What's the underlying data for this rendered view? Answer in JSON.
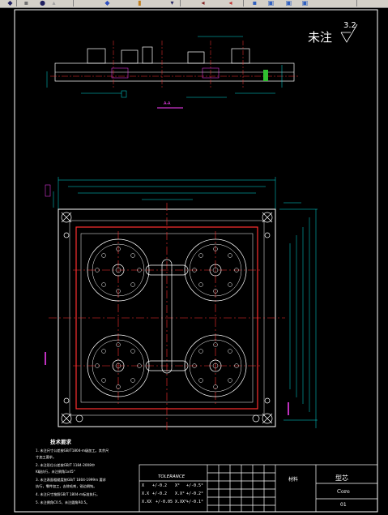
{
  "toolbar": {
    "icons": [
      "pan-icon",
      "save-icon",
      "print-icon",
      "cut-icon",
      "copy-icon",
      "paste-icon",
      "undo-icon",
      "redo-icon",
      "match-icon",
      "zoom-icon",
      "layer-icon",
      "properties-icon",
      "help-icon"
    ]
  },
  "drawing": {
    "roughness_note": "未注",
    "roughness_value": "3.2",
    "section_caption": "A-A",
    "tech_title": "技术要求",
    "tech_notes": [
      "1. 未注尺寸公差按GB/T1804-m级加工。其余尺",
      "   寸加工要求。",
      "2. 未注形位公差按GB/T 1184-2008中",
      "   K级执行，未注倒角1x45°",
      "3. 未注表面粗糙度按GB/T 1804-1999m 要求",
      "   执行，零件加工，去除毛刺，锐边倒钝。",
      "4. 未注尺寸按照GB/T 1804-m标准执行。",
      "5. 未注倒角C0.5，未注圆角R0.5。"
    ],
    "tolerance_title": "TOLERANCE",
    "tolerances": [
      {
        "k1": "X",
        "v1": "+/-0.2",
        "k2": "X°",
        "v2": "+/-0.5°"
      },
      {
        "k1": "X.X",
        "v1": "+/-0.2",
        "k2": "X.X°",
        "v2": "+/-0.2°"
      },
      {
        "k1": "X.XX",
        "v1": "+/-0.05",
        "k2": "X.XX°",
        "v2": "+/-0.1°"
      }
    ],
    "title_block": {
      "part_name": "型芯",
      "part_name_en": "Core",
      "sheet": "01",
      "material_label": "材料"
    }
  }
}
